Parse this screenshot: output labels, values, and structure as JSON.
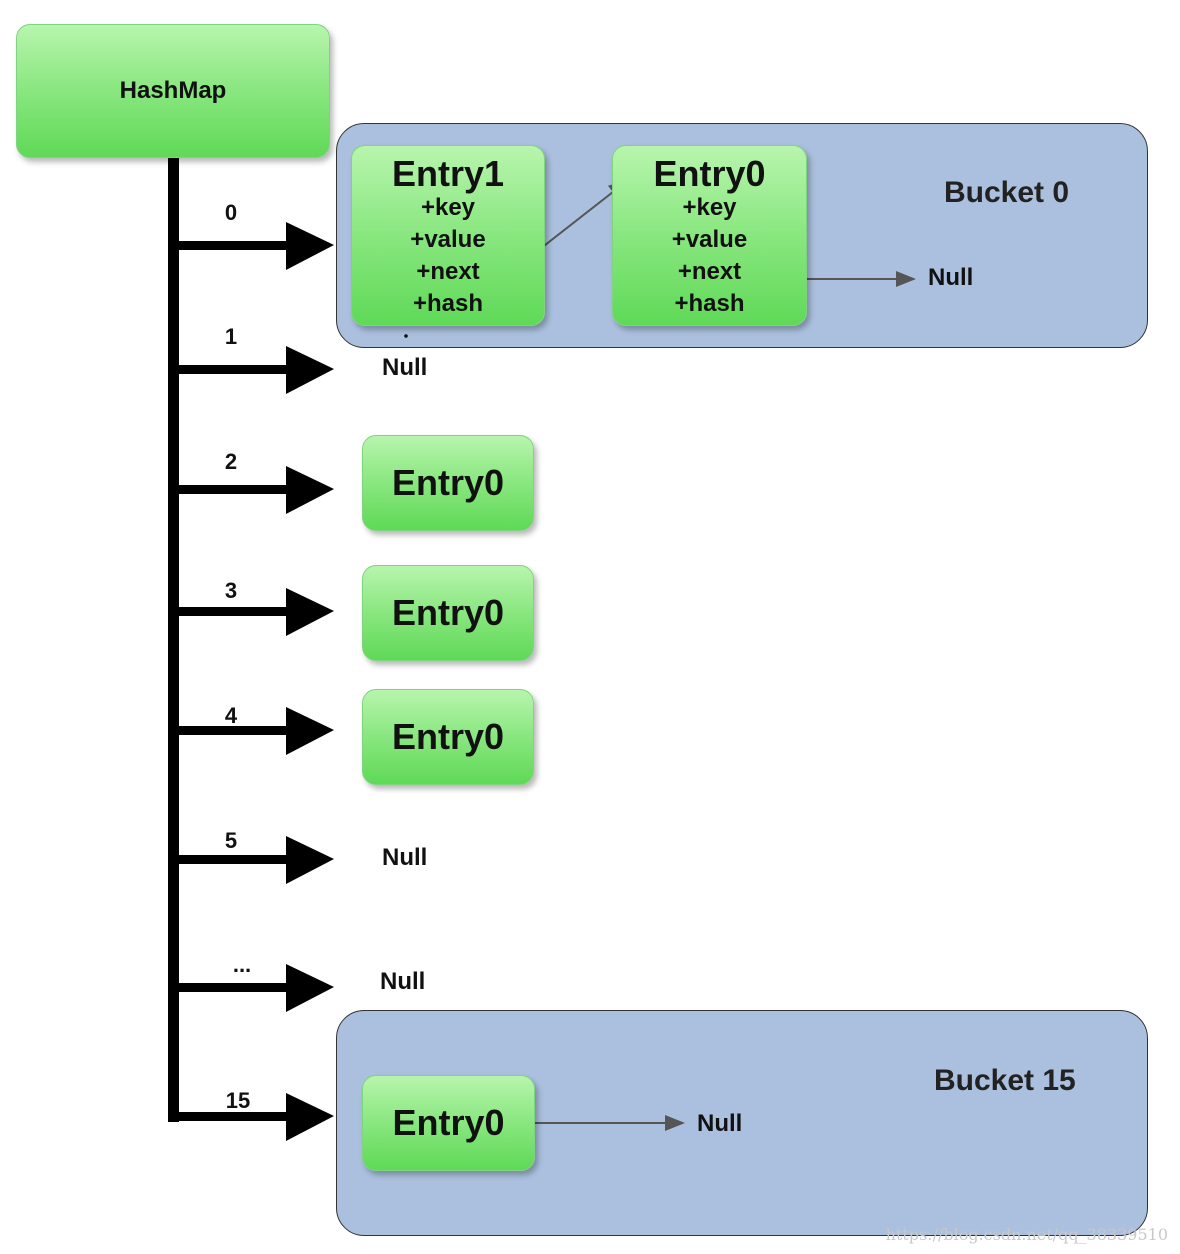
{
  "hashmap": {
    "label": "HashMap"
  },
  "indices": [
    "0",
    "1",
    "2",
    "3",
    "4",
    "5",
    "...",
    "15"
  ],
  "bucket0": {
    "label": "Bucket 0",
    "entry1": {
      "title": "Entry1",
      "fields": [
        "+key",
        "+value",
        "+next",
        "+hash"
      ]
    },
    "entry0": {
      "title": "Entry0",
      "fields": [
        "+key",
        "+value",
        "+next",
        "+hash"
      ]
    },
    "null_label": "Null"
  },
  "slot1": {
    "null_label": "Null"
  },
  "slot2": {
    "entry": "Entry0"
  },
  "slot3": {
    "entry": "Entry0"
  },
  "slot4": {
    "entry": "Entry0"
  },
  "slot5": {
    "null_label": "Null"
  },
  "slot_more": {
    "null_label": "Null"
  },
  "bucket15": {
    "label": "Bucket 15",
    "entry0": {
      "title": "Entry0"
    },
    "null_label": "Null"
  },
  "watermark": "https://blog.csdn.net/qq_38339510",
  "colors": {
    "entry_green": "#5fd957",
    "bucket_blue": "#aac0de",
    "arrow_black": "#000000"
  }
}
